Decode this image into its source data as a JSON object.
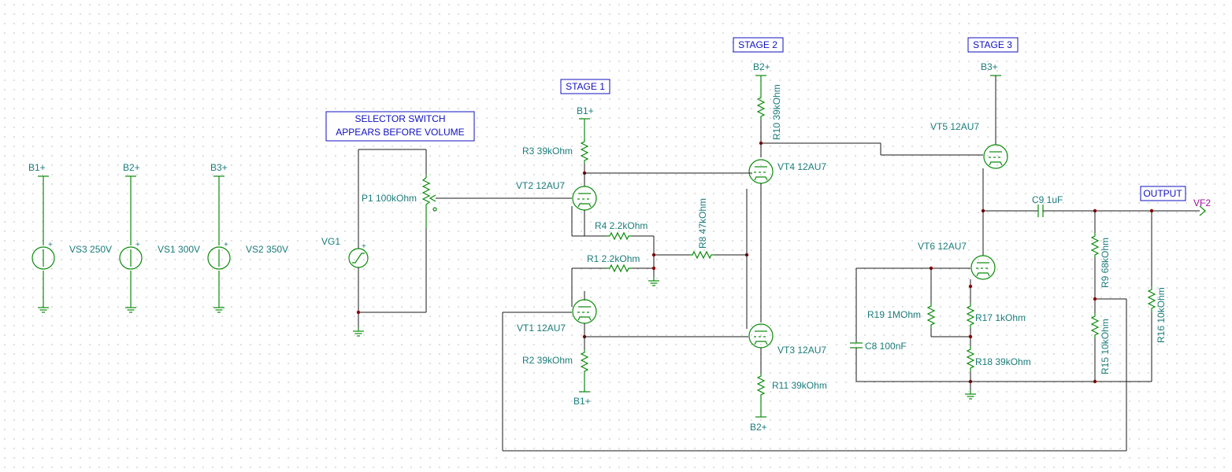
{
  "boxes": {
    "stage1": "STAGE 1",
    "stage2": "STAGE 2",
    "stage3": "STAGE 3",
    "selector_line1": "SELECTOR SWITCH",
    "selector_line2": "APPEARS BEFORE VOLUME",
    "output": "OUTPUT"
  },
  "supplies": {
    "b1": "B1+",
    "b2": "B2+",
    "b3": "B3+",
    "vs3": "VS3 250V",
    "vs1": "VS1 300V",
    "vs2": "VS2 350V"
  },
  "sources": {
    "vg1": "VG1",
    "vf2": "VF2"
  },
  "stage1": {
    "b1_top": "B1+",
    "b1_bottom": "B1+",
    "r3": "R3 39kOhm",
    "vt2": "VT2 12AU7",
    "r4": "R4 2.2kOhm",
    "r1": "R1 2.2kOhm",
    "vt1": "VT1 12AU7",
    "r2": "R2 39kOhm",
    "p1": "P1 100kOhm"
  },
  "stage2": {
    "b2_top": "B2+",
    "b2_bottom": "B2+",
    "r10": "R10 39kOhm",
    "vt4": "VT4 12AU7",
    "r8": "R8 47kOhm",
    "vt3": "VT3 12AU7",
    "r11": "R11 39kOhm"
  },
  "stage3": {
    "b3": "B3+",
    "vt5": "VT5 12AU7",
    "c9": "C9 1uF",
    "vt6": "VT6 12AU7",
    "r9": "R9 68kOhm",
    "r16": "R16 10kOhm",
    "r19": "R19 1MOhm",
    "r17": "R17 1kOhm",
    "c8": "C8 100nF",
    "r18": "R18 39kOhm",
    "r15": "R15 10kOhm"
  }
}
